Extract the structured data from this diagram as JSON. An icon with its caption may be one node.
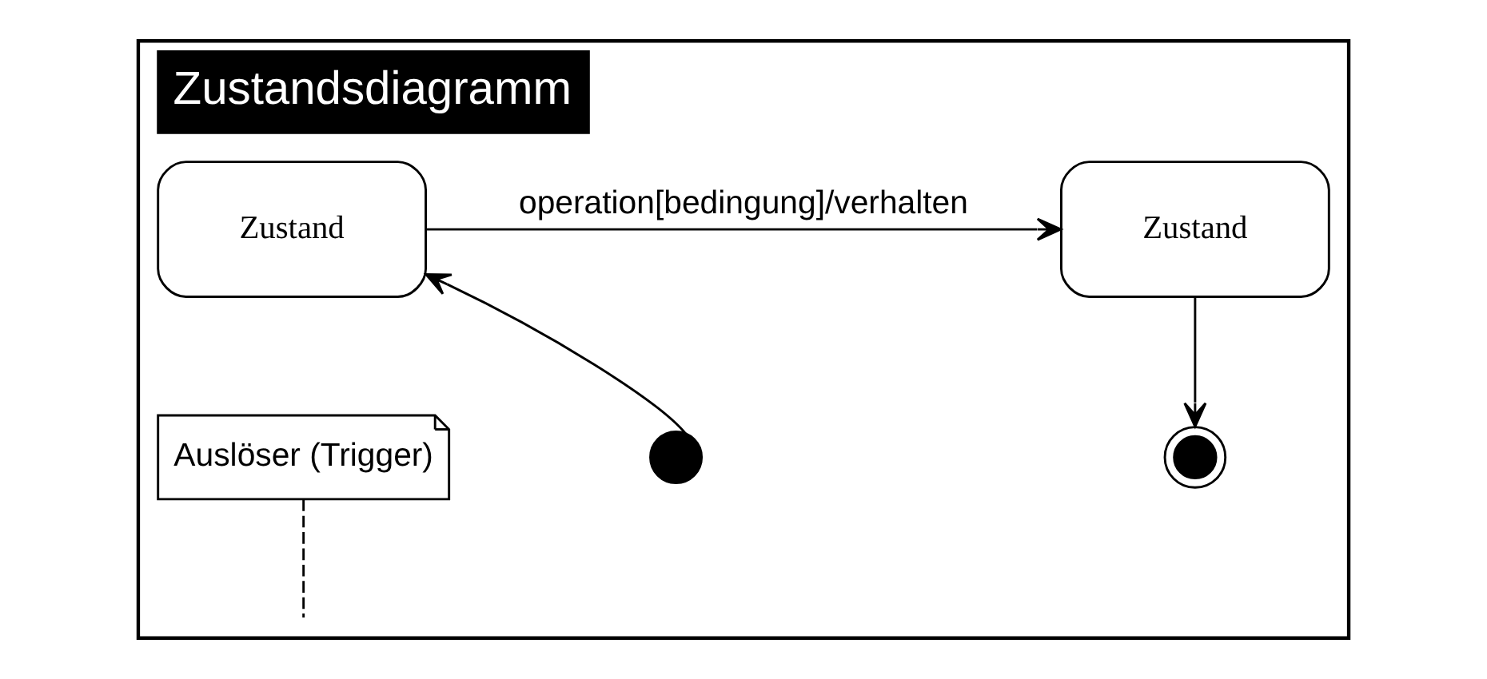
{
  "diagram": {
    "nodes": [
      {
        "text": [
          "Zustandsdiagramm"
        ]
      },
      {
        "text": [
          "Zustand"
        ],
        "in": 0
      },
      {
        "text": [
          "Zustand"
        ],
        "in": 0
      },
      {
        "text": [],
        "shape": "circle",
        "in": 0
      },
      {
        "text": [],
        "shape": "circle",
        "in": 0
      },
      {
        "text": [
          "Auslöser (Trigger)"
        ],
        "in": 0
      }
    ],
    "edges": [
      {
        "from": 3,
        "to": 1,
        "arrow": "to"
      },
      {
        "from": 1,
        "to": 2,
        "arrow": "to",
        "label": "operation[bedingung]/verhalten"
      },
      {
        "from": 2,
        "to": 4,
        "arrow": "to"
      },
      {
        "from": 5,
        "to": null,
        "arrow": "none",
        "style": "dashed"
      }
    ]
  }
}
